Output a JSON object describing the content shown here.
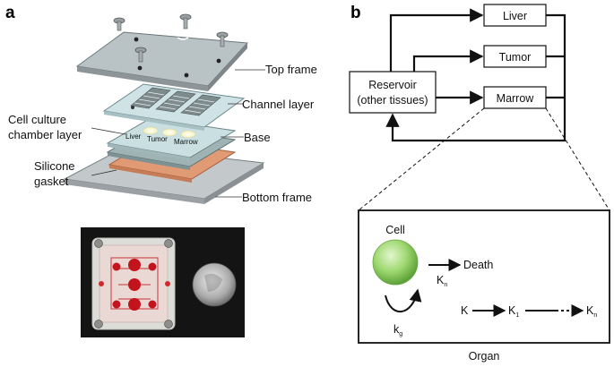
{
  "panels": {
    "a": "a",
    "b": "b"
  },
  "device": {
    "labels": {
      "top_frame": "Top frame",
      "channel_layer": "Channel layer",
      "cell_culture_line1": "Cell culture",
      "cell_culture_line2": "chamber layer",
      "base": "Base",
      "silicone_line1": "Silicone",
      "silicone_line2": "gasket",
      "bottom_frame": "Bottom frame"
    },
    "chambers": [
      "Liver",
      "Tumor",
      "Marrow"
    ]
  },
  "model": {
    "reservoir_line1": "Reservoir",
    "reservoir_line2": "(other tissues)",
    "organs": [
      "Liver",
      "Tumor",
      "Marrow"
    ],
    "organ_detail": {
      "caption": "Organ",
      "cell": "Cell",
      "death": "Death",
      "death_rate": "K",
      "death_rate_sub": "n",
      "growth_rate": "k",
      "growth_rate_sub": "g",
      "transit_start": "K",
      "transit_mid": "K",
      "transit_mid_sub": "1",
      "transit_end": "K",
      "transit_end_sub": "n"
    }
  },
  "colors": {
    "ink": "#111111",
    "cell_fill": "#8fd468",
    "plate_fill": "#cfe3e7",
    "gasket_fill": "#e2a078",
    "frame_fill": "#c7cdcf",
    "photo_bg": "#1a1a1a",
    "dot_red": "#c3141d"
  }
}
